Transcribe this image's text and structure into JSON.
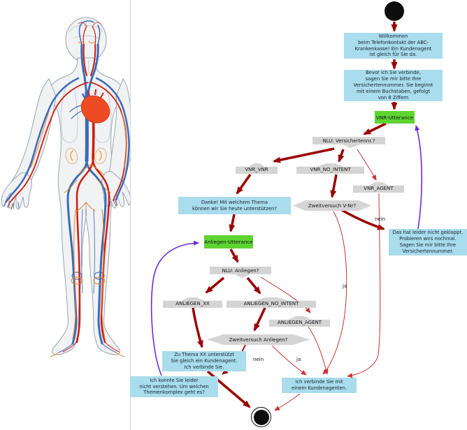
{
  "figure_caption": "Human circulatory system illustration beside telephone-bot dialog flowchart",
  "colors": {
    "msg_fill": "#a9dcec",
    "utter_fill": "#5ed431",
    "shape_fill": "#d4d4d4",
    "edge_thick": "#990000",
    "edge_thin": "#cc3333",
    "edge_return": "#6a2be2",
    "artery_red": "#cf1d0e",
    "vein_blue": "#3a6bb8",
    "heart_orange": "#ee4a23",
    "body_fill": "#f1f2f4",
    "body_outline": "#9aa4ae"
  },
  "flowchart": {
    "nodes": {
      "vnr_utterance": {
        "label": "VNR-Utterance"
      },
      "anliegen_utterance": {
        "label": "Anliegen-Utterance"
      },
      "nlu_vnr": {
        "label": "NLU: Versichertennr.?"
      },
      "nlu_anliegen": {
        "label": "NLU: Anliegen?"
      },
      "vnr_vnr": {
        "label": "VNR_VNR"
      },
      "vnr_no_intent": {
        "label": "VNR_NO_INTENT"
      },
      "vnr_agent": {
        "label": "VNR_AGENT"
      },
      "anliegen_xx": {
        "label": "ANLIEGEN_XX"
      },
      "anliegen_no_intent": {
        "label": "ANLIEGEN_NO_INTENT"
      },
      "anliegen_agent": {
        "label": "ANLIEGEN_AGENT"
      },
      "zweitversuch_vnr": {
        "label": "Zweitversuch V-Nr?"
      },
      "zweitversuch_anliegen": {
        "label": "Zweitversuch Anliegen?"
      }
    },
    "messages": {
      "willkommen": {
        "text": "Willkommen\nbeim Telefonkontakt der ABC-\nKrankenkasse! Ein Kundenagent\nist gleich für Sie da."
      },
      "bevor": {
        "text": "Bevor ich Sie verbinde,\nsagen Sie mir bitte Ihre\nVersichertennummer. Sie beginnt\nmit einem Buchstaben, gefolgt\nvon 8 Ziffern"
      },
      "danke": {
        "text": "Danke! Mit welchem Thema\nkönnen wir Sie heute unterstützen?"
      },
      "das_hat": {
        "text": "Das hat leider nicht geklappt.\nProbieren wirs nochmal.\nSagen Sie mir bitte Ihre\nVersichertennummer."
      },
      "zu_thema": {
        "text": "Zu Thema XX unterstützt\nSie gleich ein Kundenagent.\nIch verbinde Sie."
      },
      "ich_konnte": {
        "text": "Ich konnte Sie leider\nnicht verstehen. Um welchen\nThemenkomplex geht es?"
      },
      "ich_verbinde": {
        "text": "Ich verbinde Sie mit\neinem Kundenagenten."
      }
    },
    "edge_labels": {
      "vnr_nein": "nein",
      "vnr_ja": "ja",
      "anliegen_nein": "nein",
      "anliegen_ja": "ja"
    }
  }
}
